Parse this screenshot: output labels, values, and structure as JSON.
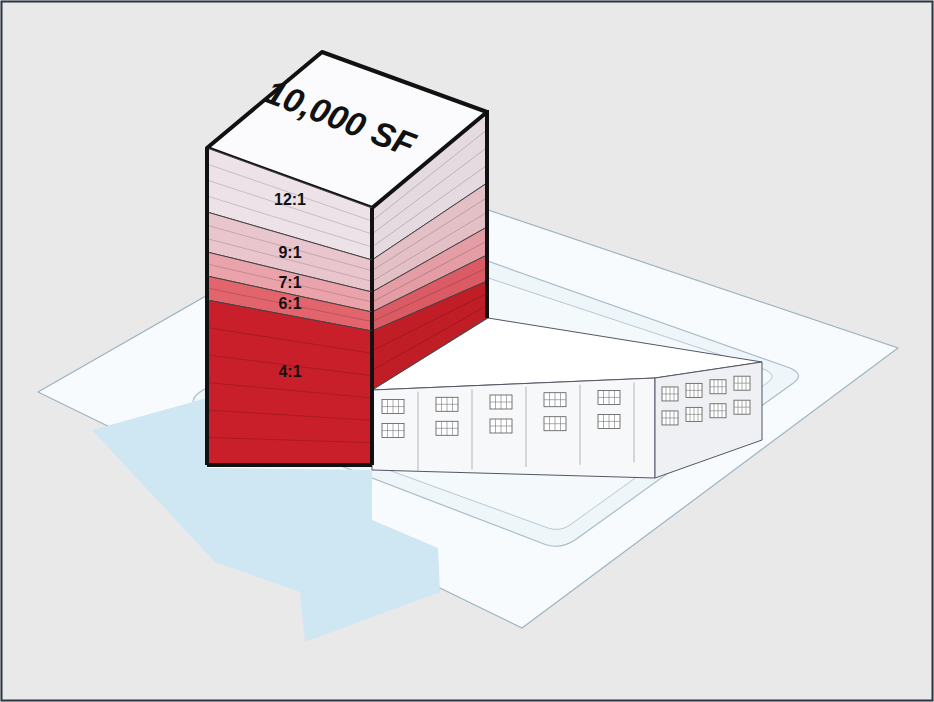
{
  "diagram": {
    "nodes": [
      {
        "text": [
          "10,000 SF"
        ]
      },
      {
        "text": [
          "12:1"
        ]
      },
      {
        "text": [
          "9:1"
        ]
      },
      {
        "text": [
          "7:1"
        ]
      },
      {
        "text": [
          "6:1"
        ]
      },
      {
        "text": [
          "4:1"
        ]
      }
    ]
  }
}
